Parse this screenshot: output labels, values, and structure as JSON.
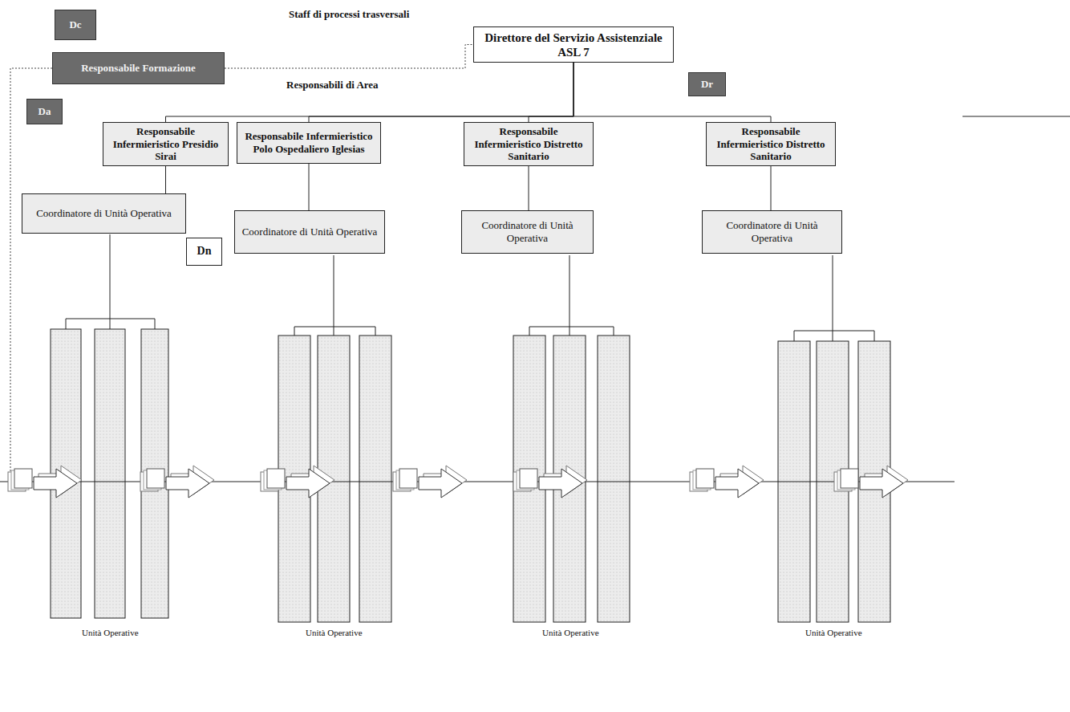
{
  "diagram": {
    "nodes": [
      {
        "text": [
          "Dc"
        ]
      },
      {
        "text": [
          "Responsabile Formazione"
        ]
      },
      {
        "text": [
          "Direttore del Servizio Assistenziale ASL 7"
        ]
      },
      {
        "text": [
          "Dr"
        ]
      },
      {
        "text": [
          "Da"
        ]
      },
      {
        "text": [
          "Responsabile Infermieristico Presidio Sirai"
        ]
      },
      {
        "text": [
          "Responsabile Infermieristico Polo Ospedaliero Iglesias"
        ]
      },
      {
        "text": [
          "Responsabile Infermieristico Distretto Sanitario"
        ]
      },
      {
        "text": [
          "Responsabile Infermieristico Distretto Sanitario"
        ]
      },
      {
        "text": [
          "Coordinatore di Unità Operativa"
        ]
      },
      {
        "text": [
          "Dn"
        ]
      },
      {
        "text": [
          "Coordinatore di Unità Operativa"
        ]
      },
      {
        "text": [
          "Coordinatore di Unità Operativa"
        ]
      },
      {
        "text": [
          "Coordinatore di Unità Operativa"
        ]
      }
    ],
    "edges": [
      {
        "from": 1,
        "to": 2,
        "arrow": "none"
      },
      {
        "from": 2,
        "to": 5,
        "arrow": "none"
      },
      {
        "from": 2,
        "to": 6,
        "arrow": "none"
      },
      {
        "from": 2,
        "to": 7,
        "arrow": "none"
      },
      {
        "from": 2,
        "to": 8,
        "arrow": "none"
      },
      {
        "from": 5,
        "to": 9,
        "arrow": "none"
      },
      {
        "from": 6,
        "to": 11,
        "arrow": "none"
      },
      {
        "from": 7,
        "to": 12,
        "arrow": "none"
      },
      {
        "from": 8,
        "to": 13,
        "arrow": "none"
      }
    ],
    "labels": [
      "Staff di processi trasversali",
      "Responsabili di Area",
      "Unità Operative",
      "Unità Operative",
      "Unità Operative",
      "Unità Operative"
    ]
  }
}
